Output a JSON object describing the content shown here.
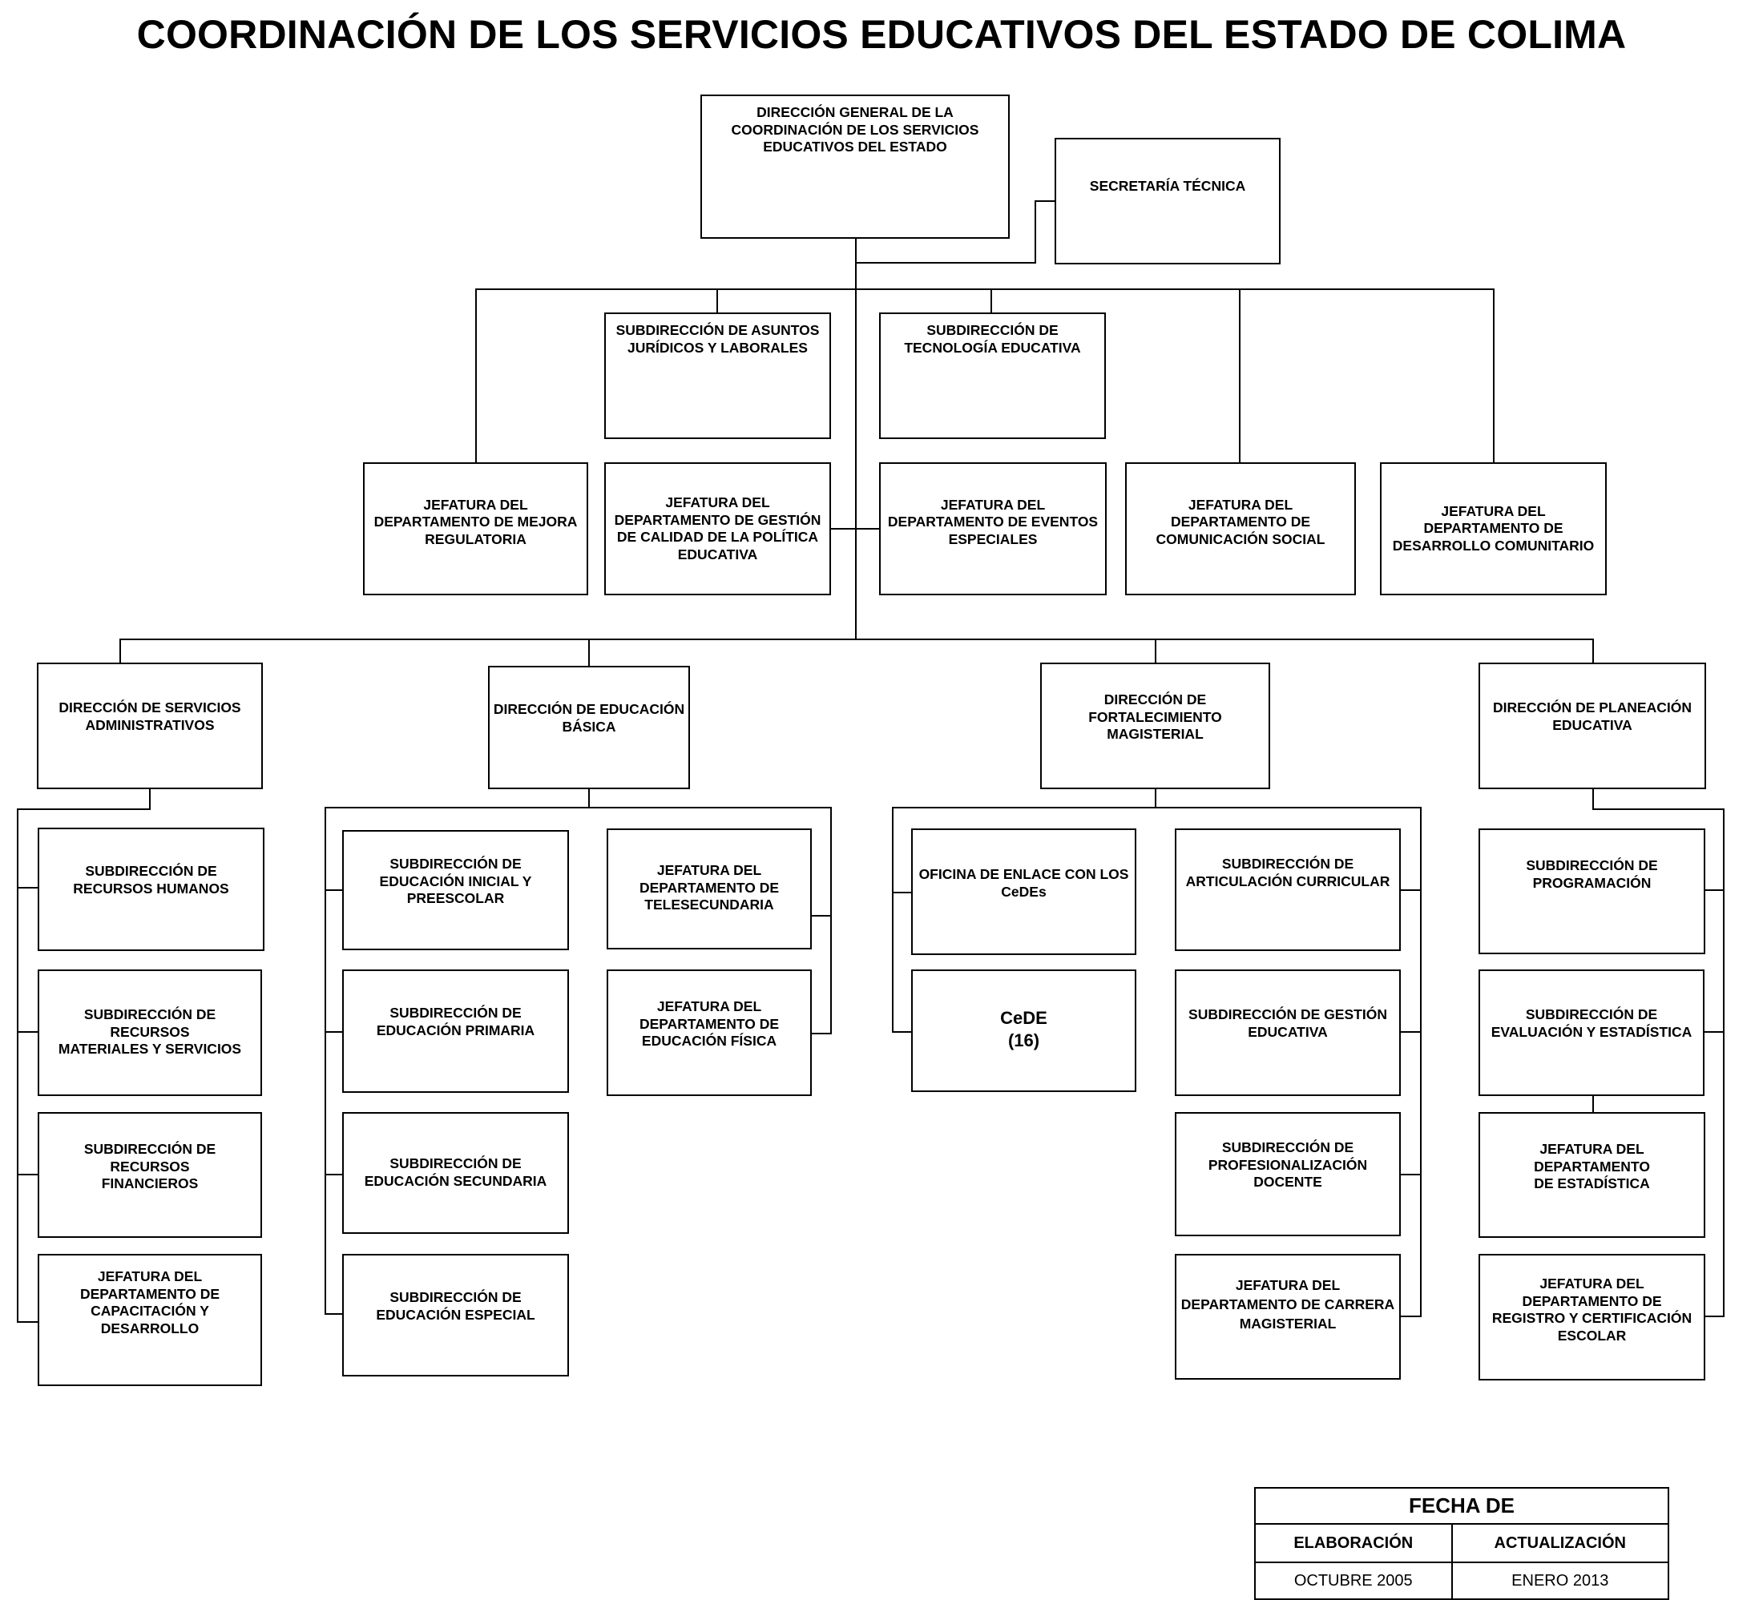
{
  "page_title": "COORDINACIÓN DE LOS SERVICIOS EDUCATIVOS DEL ESTADO DE COLIMA",
  "org_chart": {
    "dir_general": "DIRECCIÓN GENERAL DE LA\nCOORDINACIÓN DE LOS SERVICIOS\nEDUCATIVOS DEL ESTADO",
    "secretaria_tecnica": "SECRETARÍA TÉCNICA",
    "sub_juridicos": "SUBDIRECCIÓN DE ASUNTOS\nJURÍDICOS Y LABORALES",
    "sub_tecnologia": "SUBDIRECCIÓN DE\nTECNOLOGÍA EDUCATIVA",
    "jef_mejora": "JEFATURA DEL\nDEPARTAMENTO DE MEJORA\nREGULATORIA",
    "jef_gestion_calidad": "JEFATURA DEL\nDEPARTAMENTO DE GESTIÓN\nDE CALIDAD DE LA POLÍTICA\nEDUCATIVA",
    "jef_eventos": "JEFATURA DEL\nDEPARTAMENTO DE EVENTOS\nESPECIALES",
    "jef_comunicacion": "JEFATURA DEL\nDEPARTAMENTO DE\nCOMUNICACIÓN SOCIAL",
    "jef_desarrollo_com": "JEFATURA DEL\nDEPARTAMENTO DE\nDESARROLLO COMUNITARIO",
    "dir_administrativos": "DIRECCIÓN DE SERVICIOS\nADMINISTRATIVOS",
    "dir_basica": "DIRECCIÓN DE EDUCACIÓN\nBÁSICA",
    "dir_fortalecimiento": "DIRECCIÓN DE\nFORTALECIMIENTO\nMAGISTERIAL",
    "dir_planeacion": "DIRECCIÓN DE PLANEACIÓN\nEDUCATIVA",
    "sub_rh": "SUBDIRECCIÓN  DE\nRECURSOS HUMANOS",
    "sub_rm": "SUBDIRECCIÓN DE RECURSOS\nMATERIALES Y SERVICIOS",
    "sub_rf": "SUBDIRECCIÓN DE RECURSOS\nFINANCIEROS",
    "jef_capacitacion": "JEFATURA DEL\nDEPARTAMENTO DE\nCAPACITACIÓN Y\nDESARROLLO",
    "sub_inicial": "SUBDIRECCIÓN DE\nEDUCACIÓN INICIAL Y\nPREESCOLAR",
    "sub_primaria": "SUBDIRECCIÓN DE\nEDUCACIÓN PRIMARIA",
    "sub_secundaria": "SUBDIRECCIÓN  DE\nEDUCACIÓN SECUNDARIA",
    "sub_especial": "SUBDIRECCIÓN DE\nEDUCACIÓN ESPECIAL",
    "jef_telesecundaria": "JEFATURA DEL\nDEPARTAMENTO DE\nTELESECUNDARIA",
    "jef_ed_fisica": "JEFATURA DEL\nDEPARTAMENTO DE\nEDUCACIÓN FÍSICA",
    "of_enlace": "OFICINA DE ENLACE CON LOS\nCeDEs",
    "cede": "CeDE\n(16)",
    "sub_articulacion": "SUBDIRECCIÓN DE\nARTICULACIÓN CURRICULAR",
    "sub_gestion_ed": "SUBDIRECCIÓN DE GESTIÓN\nEDUCATIVA",
    "sub_profesionalizacion": "SUBDIRECCIÓN DE\nPROFESIONALIZACIÓN\nDOCENTE",
    "jef_carrera": "JEFATURA DEL\nDEPARTAMENTO DE CARRERA\nMAGISTERIAL",
    "sub_programacion": "SUBDIRECCIÓN DE\nPROGRAMACIÓN",
    "sub_evaluacion": "SUBDIRECCIÓN DE\nEVALUACIÓN Y ESTADÍSTICA",
    "jef_estadistica": "JEFATURA DEL\nDEPARTAMENTO\nDE ESTADÍSTICA",
    "jef_registro": "JEFATURA DEL\nDEPARTAMENTO DE\nREGISTRO Y CERTIFICACIÓN\nESCOLAR"
  },
  "date_table": {
    "header": "FECHA DE",
    "col_elaboracion": "ELABORACIÓN",
    "col_actualizacion": "ACTUALIZACIÓN",
    "val_elaboracion": "OCTUBRE 2005",
    "val_actualizacion": "ENERO 2013"
  }
}
